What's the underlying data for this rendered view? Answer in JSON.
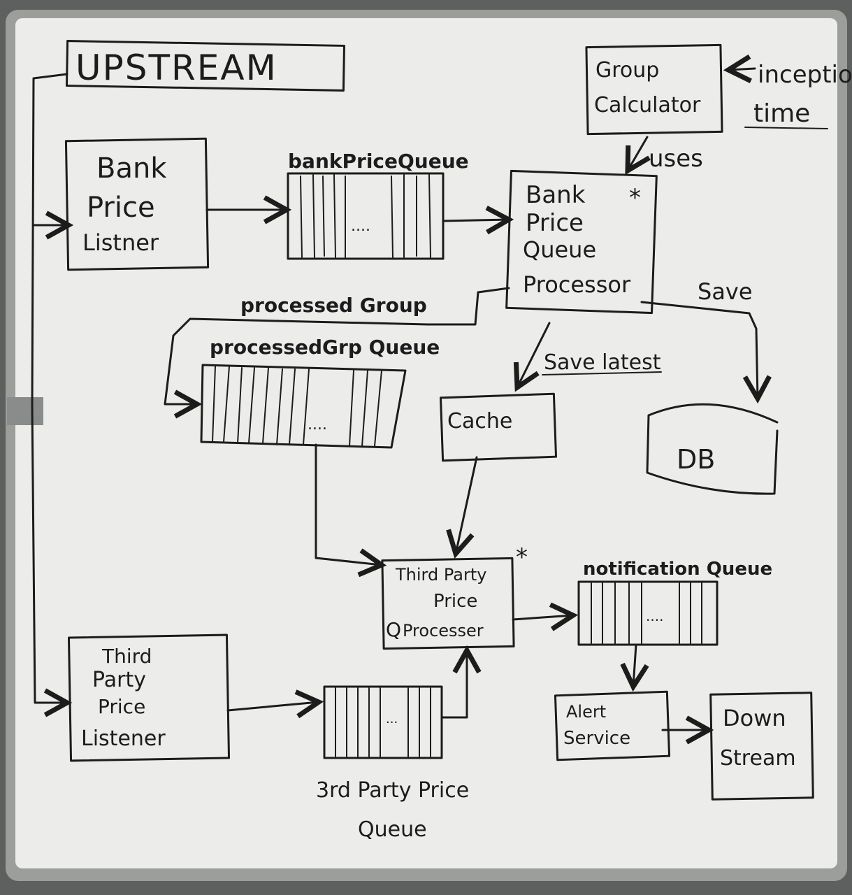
{
  "diagram": {
    "upstream_label": "UPSTREAM",
    "downstream_label_1": "Down",
    "downstream_label_2": "Stream",
    "group_calculator": {
      "line1": "Group",
      "line2": "Calculator"
    },
    "inception_time": {
      "line1": "inception",
      "line2": "time"
    },
    "uses_label": "uses",
    "bank_price_listener": {
      "line1": "Bank",
      "line2": "Price",
      "line3": "Listner"
    },
    "bank_price_queue_label": "bankPriceQueue",
    "bank_price_queue_processor": {
      "line1": "Bank",
      "line2": "Price",
      "line3": "Queue",
      "line4": "Processor",
      "star": "*"
    },
    "save_label": "Save",
    "save_latest_label": "Save latest",
    "processed_group_label": "processed Group",
    "processed_grp_queue_label": "processedGrp Queue",
    "cache_label": "Cache",
    "db_label": "DB",
    "third_party_price_processor": {
      "line1": "Third Party",
      "line2": "Price",
      "line3": "Processer",
      "q_mark": "Q",
      "star": "*"
    },
    "notification_queue_label": "notification Queue",
    "third_party_price_listener": {
      "line1": "Third",
      "line2": "Party",
      "line3": "Price",
      "line4": "Listener"
    },
    "third_party_price_queue": {
      "line1": "3rd Party Price",
      "line2": "Queue"
    },
    "alert_service": {
      "line1": "Alert",
      "line2": "Service"
    },
    "queue_ellipsis": "....",
    "queue_ellipsis_short": "..."
  }
}
